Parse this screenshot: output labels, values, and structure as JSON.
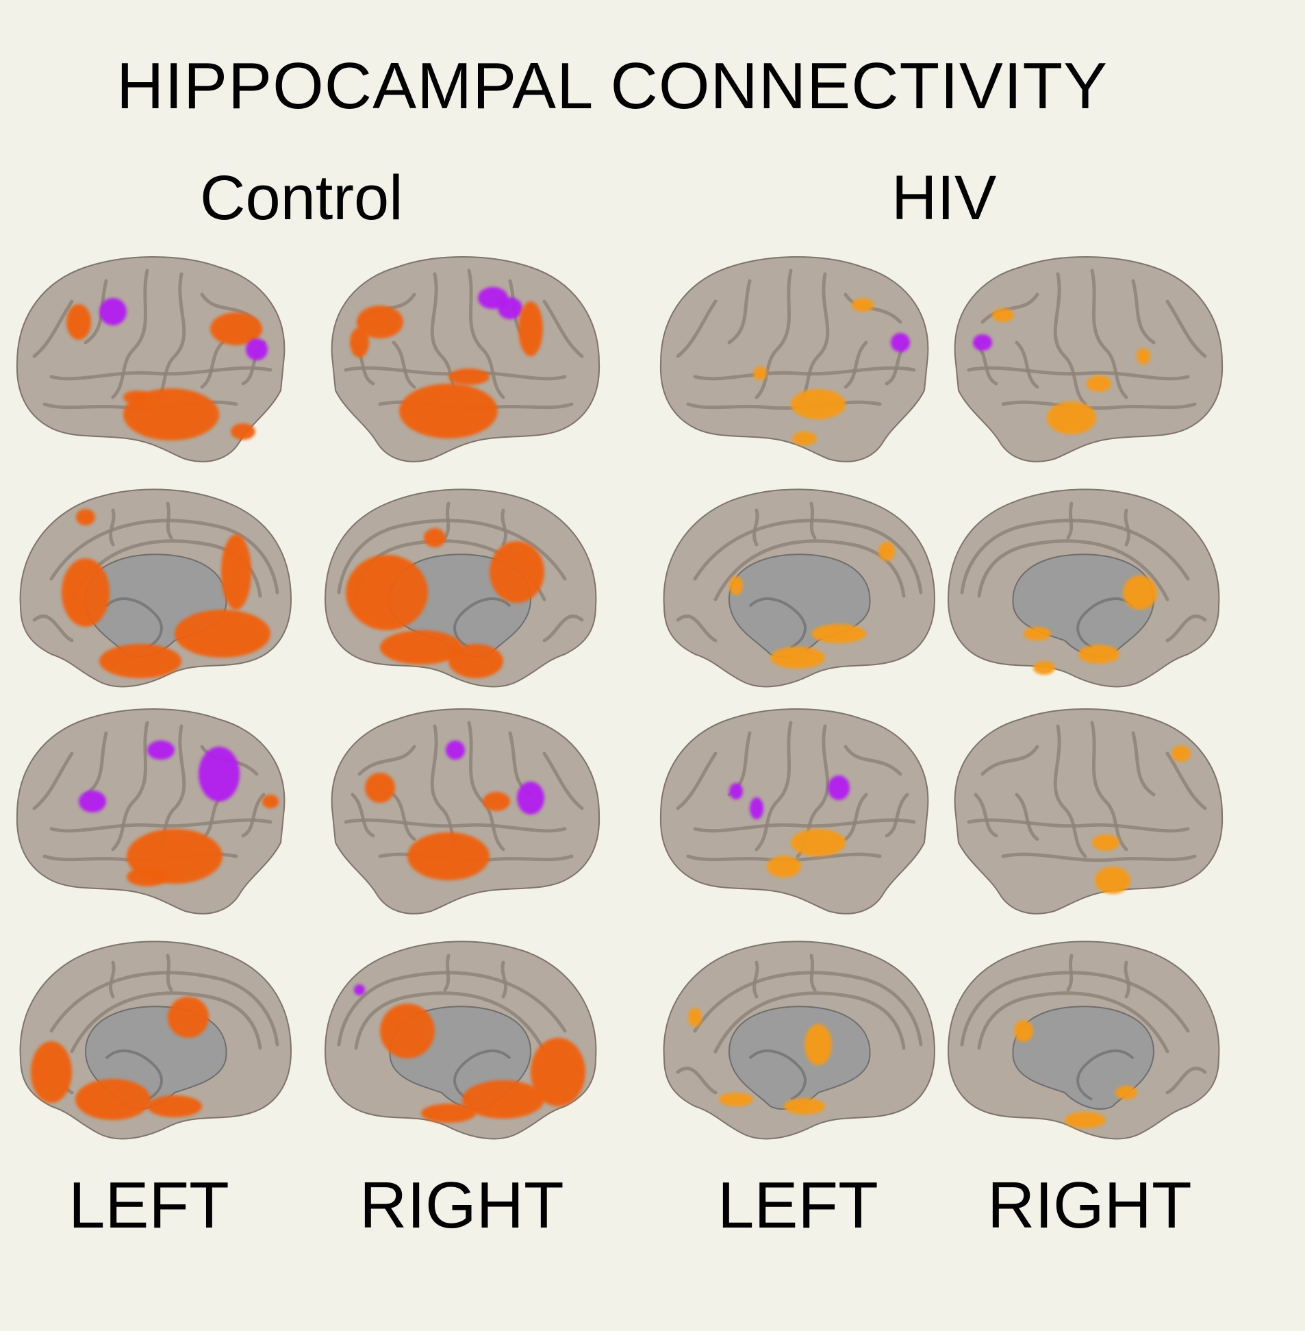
{
  "title": "HIPPOCAMPAL CONNECTIVITY",
  "groups": [
    "Control",
    "HIV"
  ],
  "hemispheres": [
    "LEFT",
    "RIGHT",
    "LEFT",
    "RIGHT"
  ],
  "colors": {
    "background": "#f3f2e9",
    "cortex": "#b4aa9f",
    "sulcus": "#8e8479",
    "subcortical": "#9c9c9c",
    "positive_control": "#f06010",
    "positive_hiv": "#f79a14",
    "negative": "#b21cf0"
  }
}
